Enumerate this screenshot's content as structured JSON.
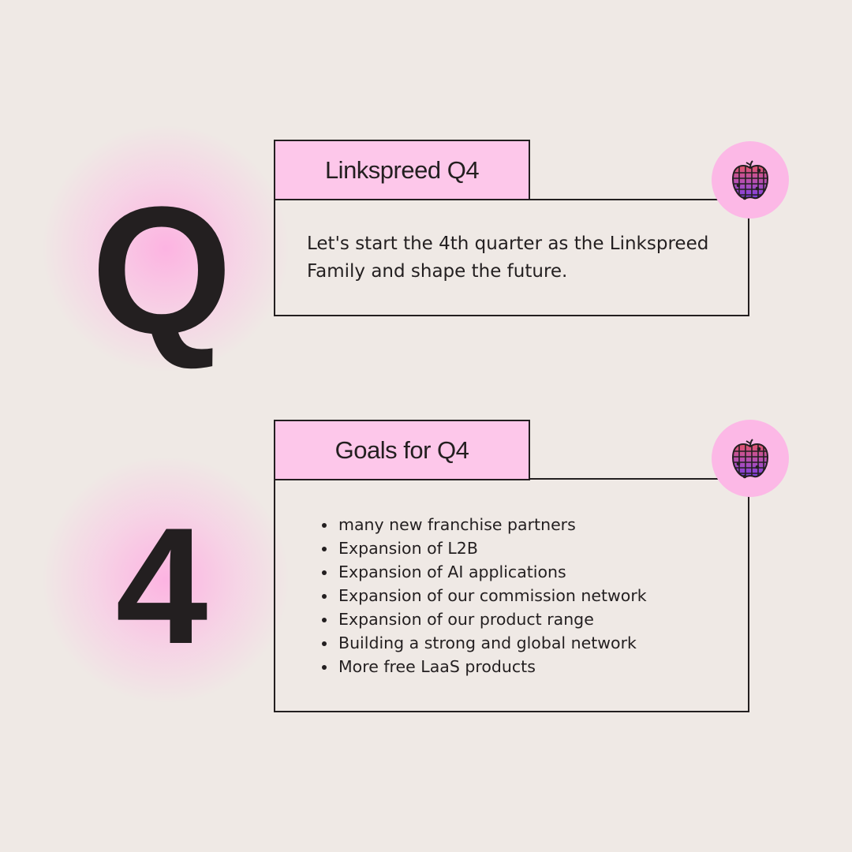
{
  "section_one": {
    "big_letter": "Q",
    "heading": "Linkspreed Q4",
    "text": "Let's start the 4th quarter as the Linkspreed Family and shape the future."
  },
  "section_two": {
    "big_letter": "4",
    "heading": "Goals for Q4",
    "goals": [
      "many new franchise partners",
      "Expansion of L2B",
      "Expansion of AI applications",
      "Expansion of our commission network",
      "Expansion of our product range",
      "Building a strong and global network",
      "More free LaaS products"
    ]
  },
  "icons": {
    "badge_icon": "apple-grid-logo-icon"
  },
  "colors": {
    "background": "#efe9e5",
    "accent_pink": "#fdc7ea",
    "badge_pink": "#fcb8e6",
    "ink": "#231f20"
  }
}
